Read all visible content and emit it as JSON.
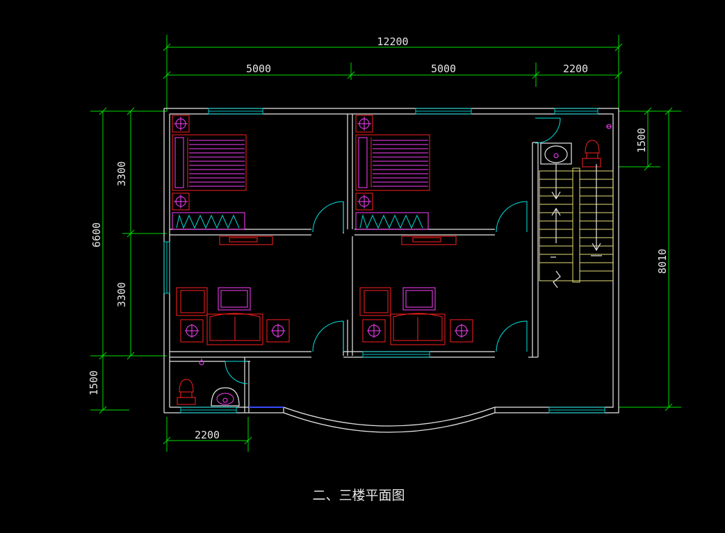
{
  "title": "二、三楼平面图",
  "dimensions": {
    "top_total": "12200",
    "top_left": "5000",
    "top_mid": "5000",
    "top_right": "2200",
    "left_outer": "6600",
    "left_upper": "3300",
    "left_lower": "3300",
    "left_bottom": "1500",
    "right_top": "1500",
    "right_total": "8010",
    "bottom": "2200"
  },
  "colors": {
    "background": "#000000",
    "walls": "#e8e8e8",
    "dimension_lines": "#00e000",
    "windows_doors": "#00c8c8",
    "furniture_red": "#ff2020",
    "furniture_magenta": "#ff40ff",
    "stairs": "#e8e07a"
  }
}
